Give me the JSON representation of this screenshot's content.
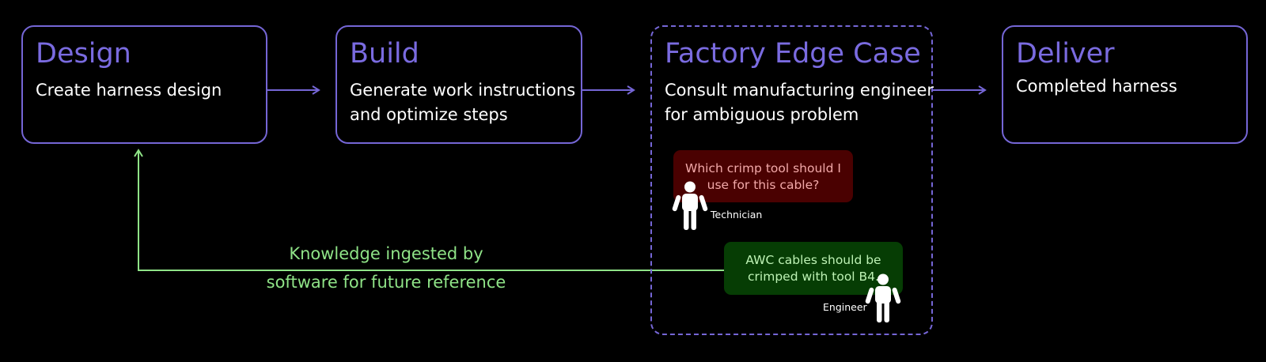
{
  "stages": [
    {
      "title": "Design",
      "description": [
        "Create harness design"
      ]
    },
    {
      "title": "Build",
      "description": [
        "Generate work instructions",
        "and optimize steps"
      ]
    },
    {
      "title": "Factory Edge Case",
      "description": [
        "Consult manufacturing engineer",
        "for ambiguous problem"
      ]
    },
    {
      "title": "Deliver",
      "description": [
        "Completed harness"
      ]
    }
  ],
  "conversation": {
    "technician": {
      "question_lines": [
        "Which crimp tool should I",
        "use for this cable?"
      ],
      "label": "Technician"
    },
    "engineer": {
      "answer_lines": [
        "AWC cables should be",
        "crimped with tool B4."
      ],
      "label": "Engineer"
    }
  },
  "feedback_loop": {
    "lines": [
      "Knowledge ingested by",
      "software for future reference"
    ]
  },
  "colors": {
    "stage_border": "#7566d6",
    "stage_title": "#7a6be0",
    "feedback_green": "#8fe387",
    "technician_bubble": "#4a0101",
    "engineer_bubble": "#063d04",
    "background": "#000000"
  }
}
